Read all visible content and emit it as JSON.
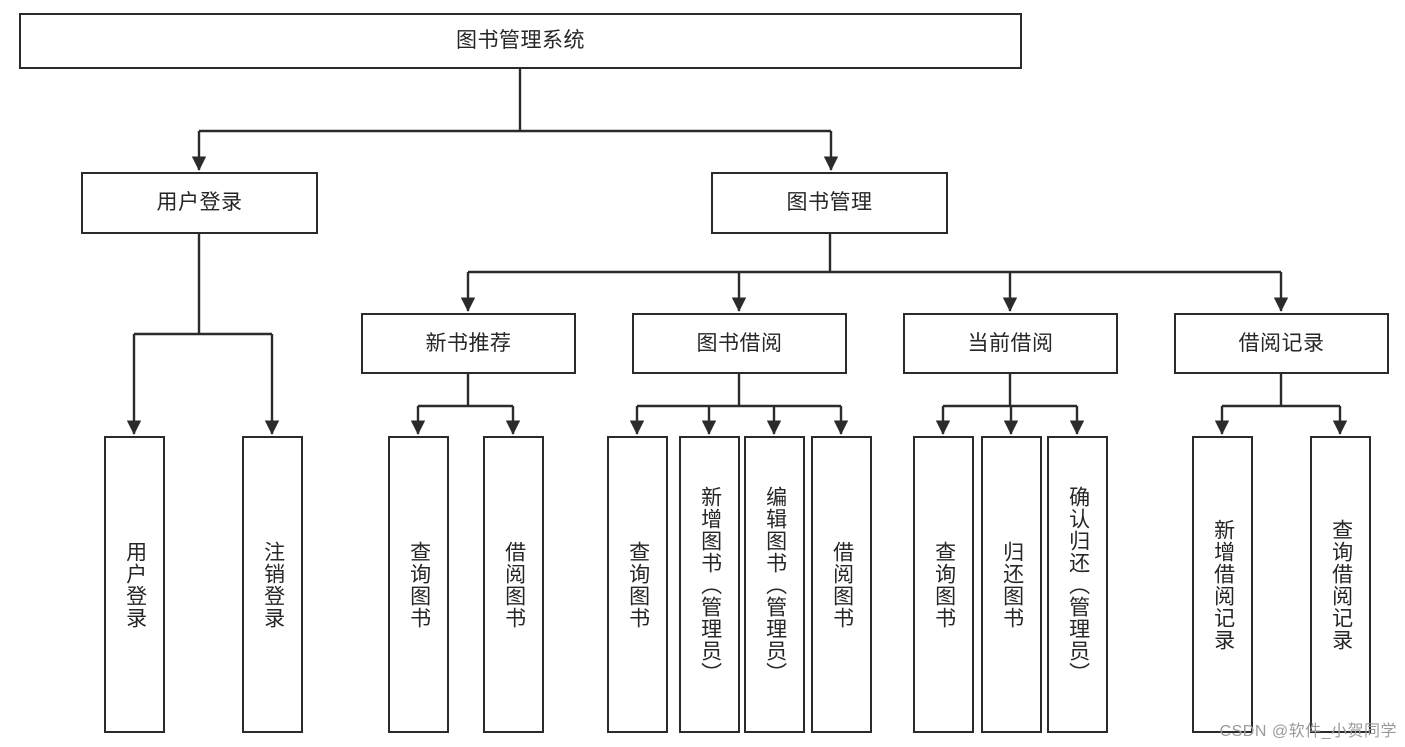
{
  "diagram": {
    "title": "图书管理系统",
    "type": "functional-decomposition-tree",
    "root": {
      "id": "root",
      "label": "图书管理系统"
    },
    "level1": [
      {
        "id": "user-login",
        "label": "用户登录"
      },
      {
        "id": "book-management",
        "label": "图书管理"
      }
    ],
    "level2": [
      {
        "id": "new-book-recommend",
        "label": "新书推荐",
        "parent": "book-management"
      },
      {
        "id": "book-borrow",
        "label": "图书借阅",
        "parent": "book-management"
      },
      {
        "id": "current-borrow",
        "label": "当前借阅",
        "parent": "book-management"
      },
      {
        "id": "borrow-record",
        "label": "借阅记录",
        "parent": "book-management"
      }
    ],
    "leaves": [
      {
        "id": "leaf-user-login",
        "label": "用户登录",
        "parent": "user-login"
      },
      {
        "id": "leaf-logout-login",
        "label": "注销登录",
        "parent": "user-login"
      },
      {
        "id": "leaf-query-book-1",
        "label": "查询图书",
        "parent": "new-book-recommend"
      },
      {
        "id": "leaf-borrow-book-1",
        "label": "借阅图书",
        "parent": "new-book-recommend"
      },
      {
        "id": "leaf-query-book-2",
        "label": "查询图书",
        "parent": "book-borrow"
      },
      {
        "id": "leaf-add-book",
        "label": "新增图书（管理员）",
        "parent": "book-borrow"
      },
      {
        "id": "leaf-edit-book",
        "label": "编辑图书（管理员）",
        "parent": "book-borrow"
      },
      {
        "id": "leaf-borrow-book-2",
        "label": "借阅图书",
        "parent": "book-borrow"
      },
      {
        "id": "leaf-query-book-3",
        "label": "查询图书",
        "parent": "current-borrow"
      },
      {
        "id": "leaf-return-book",
        "label": "归还图书",
        "parent": "current-borrow"
      },
      {
        "id": "leaf-confirm-return",
        "label": "确认归还（管理员）",
        "parent": "current-borrow"
      },
      {
        "id": "leaf-add-record",
        "label": "新增借阅记录",
        "parent": "borrow-record"
      },
      {
        "id": "leaf-query-record",
        "label": "查询借阅记录",
        "parent": "borrow-record"
      }
    ],
    "colors": {
      "stroke": "#2b2b2b",
      "text": "#262626",
      "background": "#ffffff",
      "watermark": "#9a9a9a"
    }
  },
  "watermark": {
    "text": "CSDN @软件_小贺同学"
  }
}
